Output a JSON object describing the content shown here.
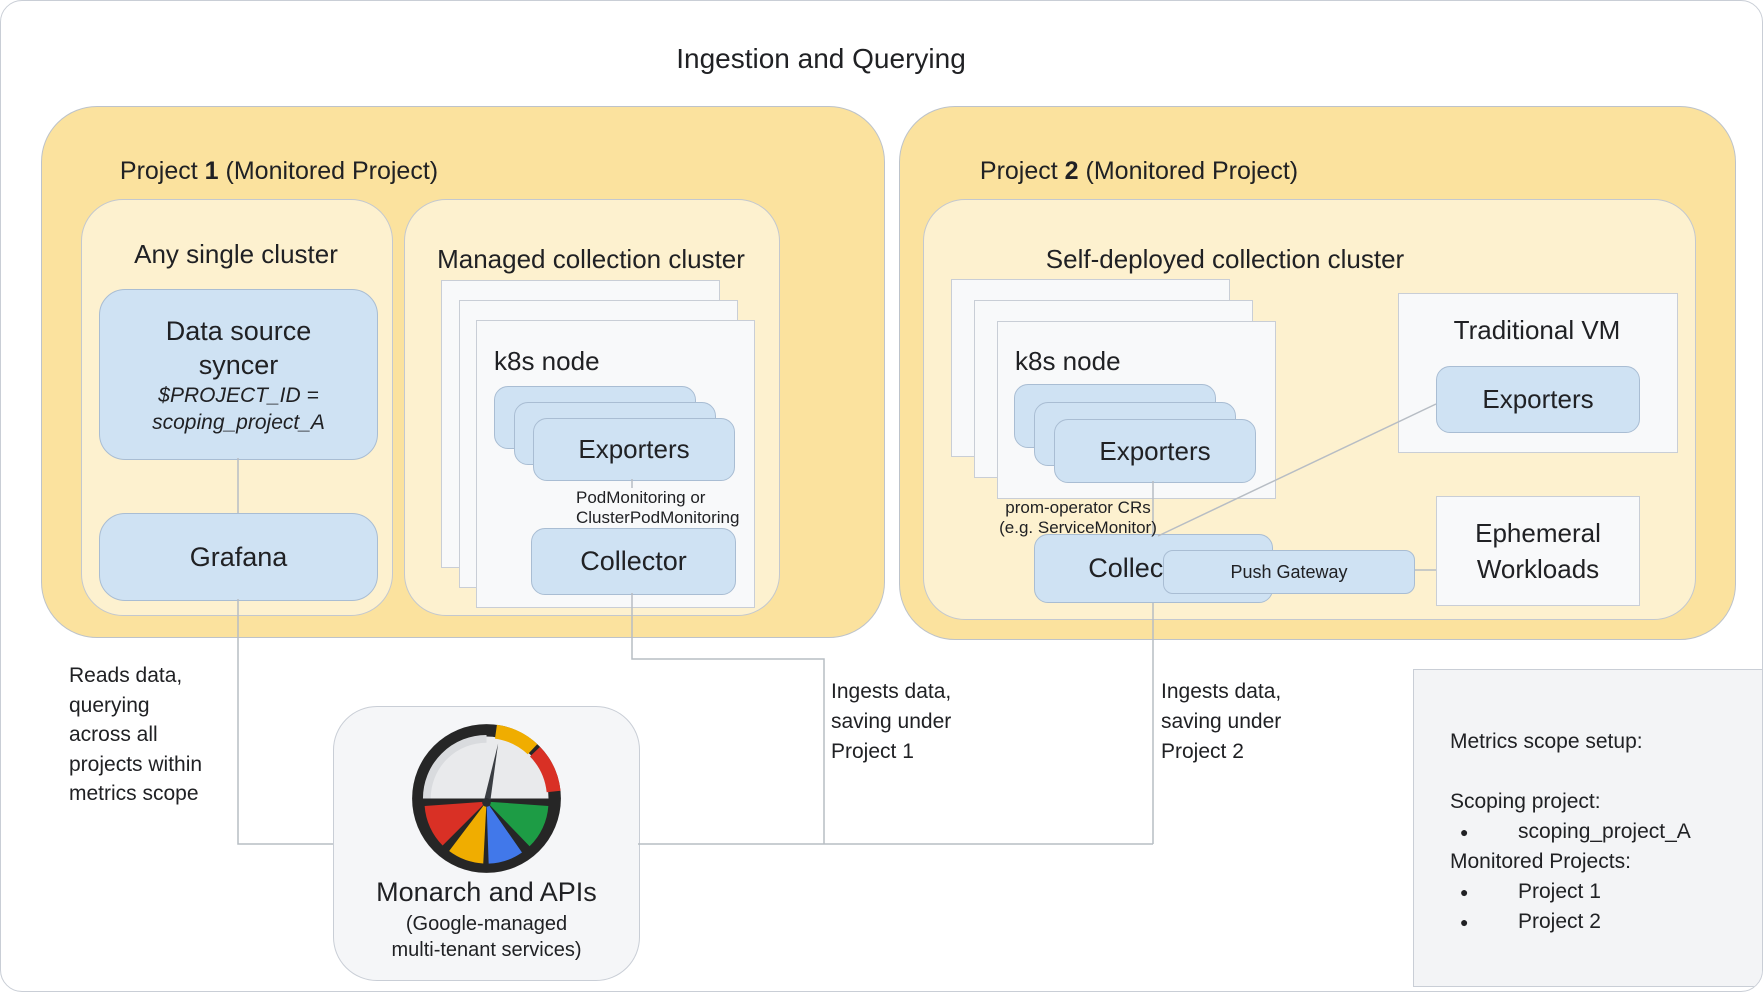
{
  "title": "Ingestion and Querying",
  "bullet": "●",
  "colors": {
    "outer_yellow": "#fbe29e",
    "inner_yellow": "#fdf1cf",
    "box_blue": "#cfe2f3",
    "card_white": "#f8f9fa",
    "line_gray": "#b7bdc4",
    "gauge_red": "#d93025",
    "gauge_yellow": "#f0ad00",
    "gauge_green": "#1d9c45",
    "gauge_blue": "#4178ea"
  },
  "project1": {
    "title_prefix": "Project ",
    "title_number": "1",
    "title_suffix": " (Monitored Project)",
    "any_single_cluster": {
      "heading": "Any single cluster",
      "syncer_line1": "Data source",
      "syncer_line2": "syncer",
      "syncer_line3": "$PROJECT_ID =",
      "syncer_line4": "scoping_project_A",
      "grafana": "Grafana"
    },
    "managed_cluster": {
      "heading": "Managed collection cluster",
      "k8s_node": "k8s node",
      "exporters": "Exporters",
      "annotation_line1": "PodMonitoring or",
      "annotation_line2": "ClusterPodMonitoring",
      "collector": "Collector"
    }
  },
  "project2": {
    "title_prefix": "Project ",
    "title_number": "2",
    "title_suffix": " (Monitored Project)",
    "self_deployed": {
      "heading": "Self-deployed collection cluster",
      "k8s_node": "k8s node",
      "exporters": "Exporters",
      "annotation_line1": "prom-operator CRs",
      "annotation_line2": "(e.g. ServiceMonitor)",
      "collector": "Collector",
      "push_gateway": "Push Gateway",
      "traditional_vm_heading": "Traditional VM",
      "traditional_vm_exporters": "Exporters",
      "ephemeral_line1": "Ephemeral",
      "ephemeral_line2": "Workloads"
    }
  },
  "monarch": {
    "title": "Monarch and APIs",
    "subtitle_line1": "(Google-managed",
    "subtitle_line2": "multi-tenant services)"
  },
  "annotations": {
    "reads": [
      "Reads data,",
      "querying",
      "across all",
      "projects within",
      "metrics scope"
    ],
    "ingest1": [
      "Ingests data,",
      "saving under",
      "Project 1"
    ],
    "ingest2": [
      "Ingests data,",
      "saving under",
      "Project 2"
    ]
  },
  "metrics_scope": {
    "heading": "Metrics scope setup:",
    "scoping_label": "Scoping project:",
    "scoping_value": "scoping_project_A",
    "monitored_label": "Monitored Projects:",
    "monitored_value1": "Project 1",
    "monitored_value2": "Project 2"
  }
}
